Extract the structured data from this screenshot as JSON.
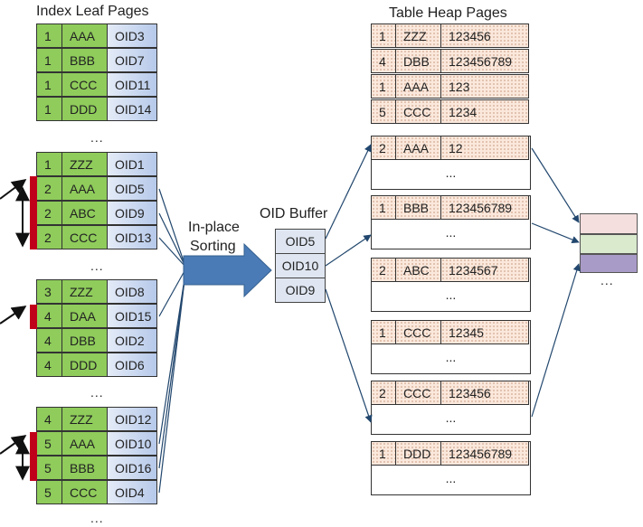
{
  "index": {
    "title": "Index Leaf Pages",
    "pages": [
      [
        [
          "1",
          "AAA",
          "OID3"
        ],
        [
          "1",
          "BBB",
          "OID7"
        ],
        [
          "1",
          "CCC",
          "OID11"
        ],
        [
          "1",
          "DDD",
          "OID14"
        ]
      ],
      [
        [
          "1",
          "ZZZ",
          "OID1"
        ],
        [
          "2",
          "AAA",
          "OID5"
        ],
        [
          "2",
          "ABC",
          "OID9"
        ],
        [
          "2",
          "CCC",
          "OID13"
        ]
      ],
      [
        [
          "3",
          "ZZZ",
          "OID8"
        ],
        [
          "4",
          "DAA",
          "OID15"
        ],
        [
          "4",
          "DBB",
          "OID2"
        ],
        [
          "4",
          "DDD",
          "OID6"
        ]
      ],
      [
        [
          "4",
          "ZZZ",
          "OID12"
        ],
        [
          "5",
          "AAA",
          "OID10"
        ],
        [
          "5",
          "BBB",
          "OID16"
        ],
        [
          "5",
          "CCC",
          "OID4"
        ]
      ]
    ],
    "ellipsis": "..."
  },
  "sorting_label": [
    "In-place",
    "Sorting"
  ],
  "oid_buffer": {
    "title": "OID Buffer",
    "items": [
      "OID5",
      "OID10",
      "OID9"
    ]
  },
  "heap": {
    "title": "Table Heap Pages",
    "top_page": [
      [
        "1",
        "ZZZ",
        "123456"
      ],
      [
        "4",
        "DBB",
        "123456789"
      ],
      [
        "1",
        "AAA",
        "123"
      ],
      [
        "5",
        "CCC",
        "1234"
      ]
    ],
    "pages": [
      [
        "2",
        "AAA",
        "12"
      ],
      [
        "1",
        "BBB",
        "123456789"
      ],
      [
        "2",
        "ABC",
        "1234567"
      ],
      [
        "1",
        "CCC",
        "12345"
      ],
      [
        "2",
        "CCC",
        "123456"
      ],
      [
        "1",
        "DDD",
        "123456789"
      ]
    ],
    "ellipsis": "..."
  },
  "result": {
    "swatch_colors": [
      "#f4dede",
      "#d9eacd",
      "#a99bc7"
    ],
    "ellipsis": "..."
  },
  "colors": {
    "index_key": "#8fcc5b",
    "oid_cell": "#b6c9ea",
    "heap_cell": "#fbe8dc",
    "arrow": "#22476e",
    "sorting_arrow": "#4a7bb7",
    "bracket": "#c0001a"
  }
}
